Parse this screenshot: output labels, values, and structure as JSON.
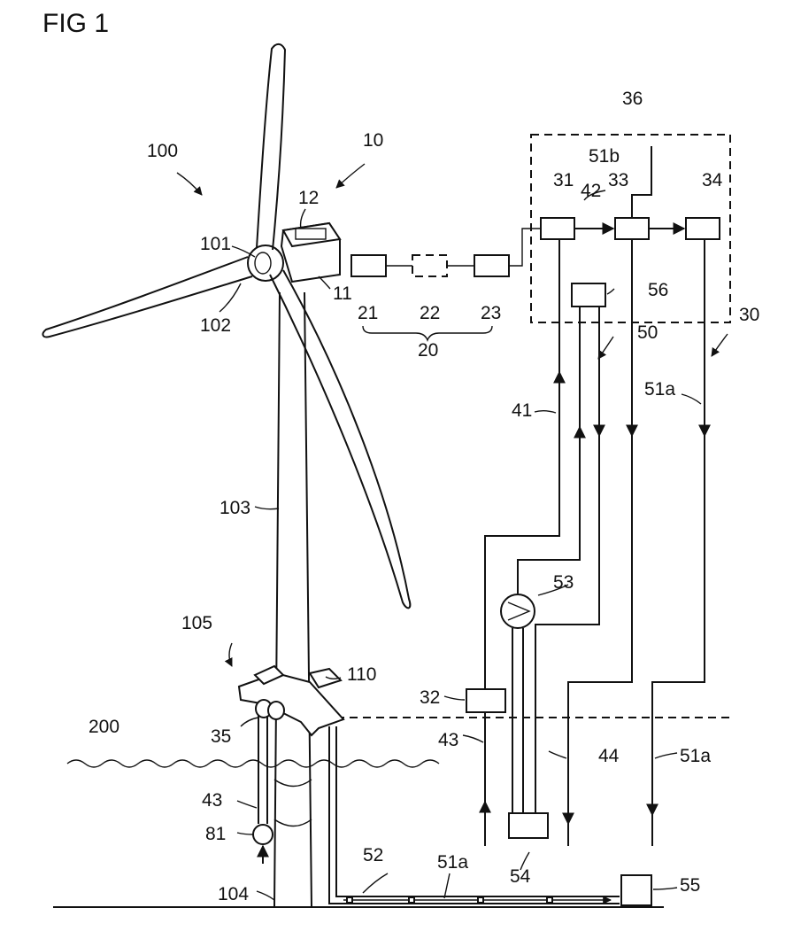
{
  "figure": {
    "title": "FIG 1"
  },
  "labels": {
    "turbine": "100",
    "nacelle_group": "10",
    "rotor_hub": "101",
    "blade": "102",
    "tower": "103",
    "foundation": "104",
    "platform_group": "105",
    "platform": "110",
    "nacelle": "11",
    "nacelle_top": "12",
    "b21": "21",
    "b22": "22",
    "b23": "23",
    "group20": "20",
    "dashed_region": "36",
    "b31": "31",
    "line42": "42",
    "b33": "33",
    "b34": "34",
    "line51b": "51b",
    "b56": "56",
    "group30": "30",
    "group50": "50",
    "line41": "41",
    "line51a_upper": "51a",
    "pump53": "53",
    "b32": "32",
    "line43_right": "43",
    "line44": "44",
    "line51a_lower": "51a",
    "water": "200",
    "item35": "35",
    "line43_left": "43",
    "pump81": "81",
    "line52": "52",
    "line51a_bottom": "51a",
    "b54": "54",
    "b55": "55"
  }
}
